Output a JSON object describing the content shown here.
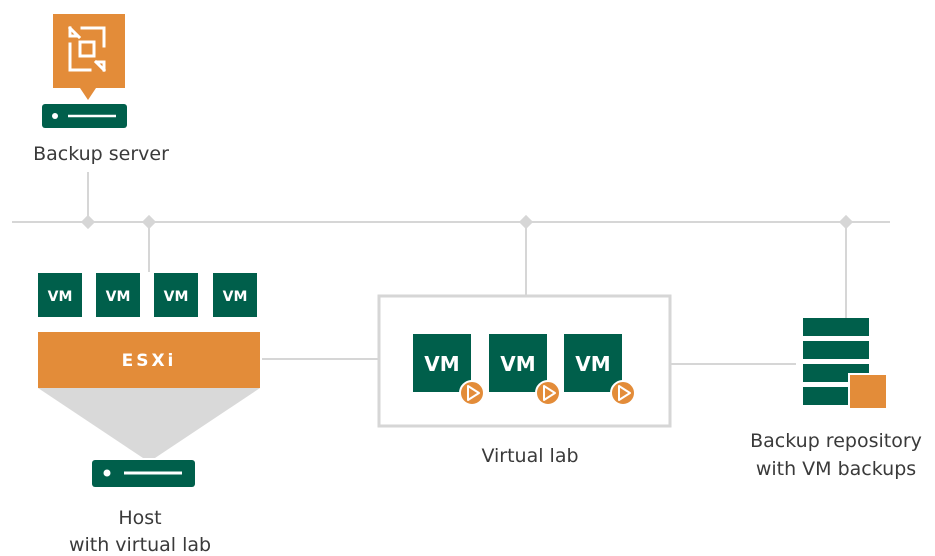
{
  "colors": {
    "green": "#005f4b",
    "orange": "#e38c39",
    "line": "#d6d6d6",
    "cone": "#d9d9d9",
    "lab_border": "#d6d6d6"
  },
  "backup_server": {
    "label": "Backup server",
    "icon": "veeam-backup-server-icon"
  },
  "host": {
    "vms": [
      "VM",
      "VM",
      "VM",
      "VM"
    ],
    "hypervisor": "ESXi",
    "label_line1": "Host",
    "label_line2": "with virtual lab",
    "icon": "server-icon"
  },
  "virtual_lab": {
    "vms": [
      "VM",
      "VM",
      "VM"
    ],
    "label": "Virtual lab",
    "vm_badge_icon": "play-icon"
  },
  "repository": {
    "label_line1": "Backup repository",
    "label_line2": "with VM backups",
    "icon": "repository-stack-icon"
  }
}
